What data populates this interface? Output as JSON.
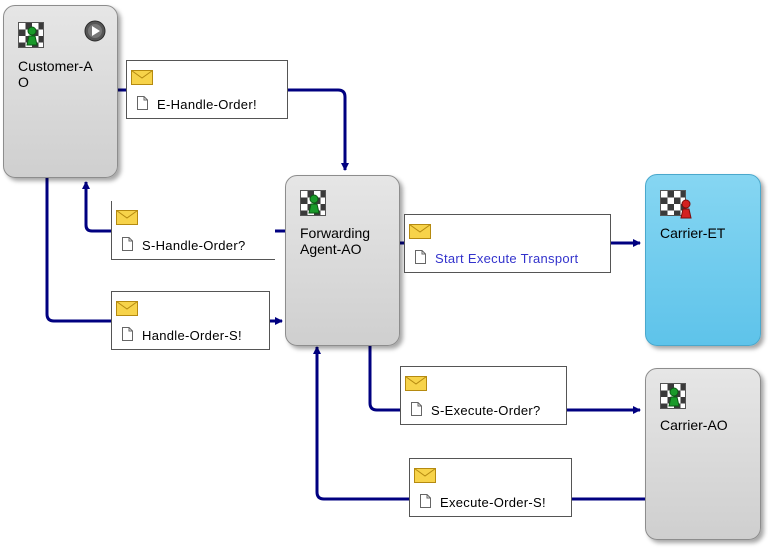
{
  "nodes": {
    "customer": {
      "label": "Customer-A\nO"
    },
    "forwarding": {
      "label": "Forwarding\nAgent-AO"
    },
    "carrier_et": {
      "label": "Carrier-ET"
    },
    "carrier_ao": {
      "label": "Carrier-AO"
    }
  },
  "messages": {
    "m1": "E-Handle-Order!",
    "m2": "S-Handle-Order?",
    "m3": "Handle-Order-S!",
    "m4": "Start Execute Transport",
    "m5": "S-Execute-Order?",
    "m6": "Execute-Order-S!"
  },
  "colors": {
    "connector": "#000080",
    "node_grey": "#d6d6d6",
    "node_cyan": "#6ccbee",
    "link_text": "#3333cc"
  }
}
